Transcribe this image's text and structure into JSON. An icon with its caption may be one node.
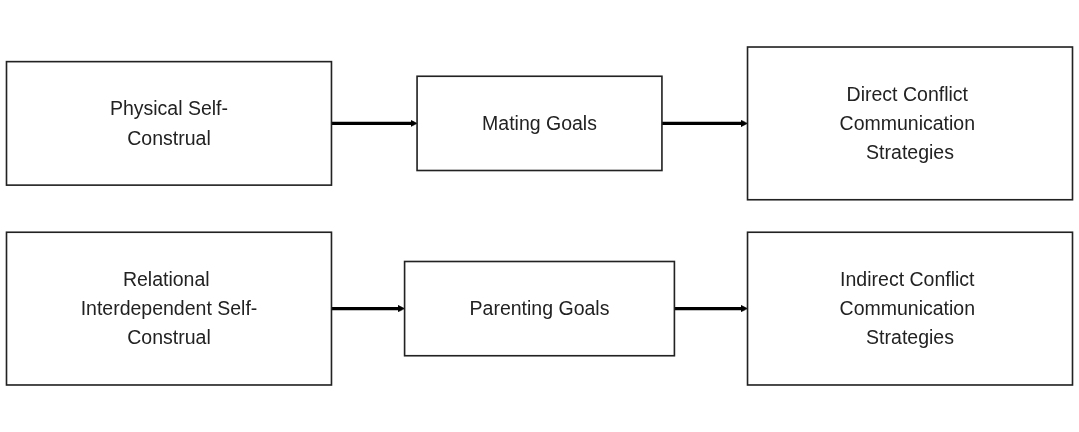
{
  "diagram": {
    "nodes": [
      {
        "text": [
          "Physical Self-Construal"
        ]
      },
      {
        "text": [
          "Mating Goals"
        ]
      },
      {
        "text": [
          "Direct Conflict Communication Strategies"
        ]
      },
      {
        "text": [
          "Relational Interdependent Self-Construal"
        ]
      },
      {
        "text": [
          "Parenting Goals"
        ]
      },
      {
        "text": [
          "Indirect Conflict Communication Strategies"
        ]
      }
    ],
    "edges": [
      {
        "from": 0,
        "to": 1,
        "arrow": "to"
      },
      {
        "from": 1,
        "to": 2,
        "arrow": "to"
      },
      {
        "from": 3,
        "to": 4,
        "arrow": "to"
      },
      {
        "from": 4,
        "to": 5,
        "arrow": "to"
      }
    ]
  }
}
